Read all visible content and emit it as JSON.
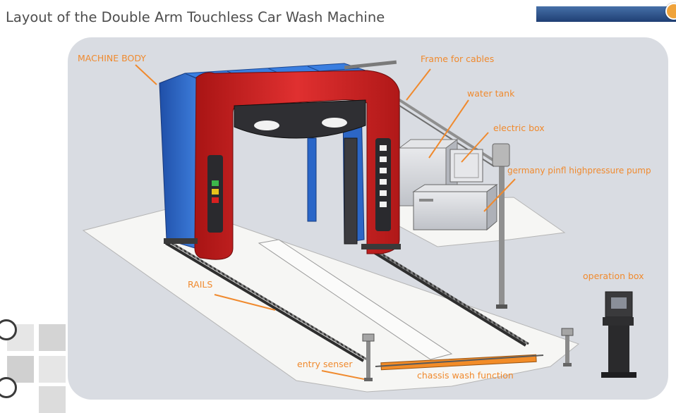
{
  "slide": {
    "title": "Layout of the Double Arm Touchless Car Wash Machine"
  },
  "colors": {
    "callout": "#f08a2e",
    "machine_blue": "#2a63c4",
    "machine_red": "#d22424",
    "floor": "#f4f4f2",
    "panel": "#d9dce2",
    "accent_bar": "#2e5597",
    "accent_dot": "#f0a33a"
  },
  "callouts": {
    "machine_body": "MACHINE BODY",
    "frame_for_cables": "Frame for cables",
    "water_tank": "water tank",
    "electric_box": "electric box",
    "pump": "germany pinfl highpressure pump",
    "operation_box": "operation box",
    "rails": "RAILS",
    "entry_sensor": "entry senser",
    "chassis_wash": "chassis wash function"
  },
  "icons": {
    "decor_circle_upper": "ring-icon",
    "decor_circle_lower": "ring-icon"
  }
}
